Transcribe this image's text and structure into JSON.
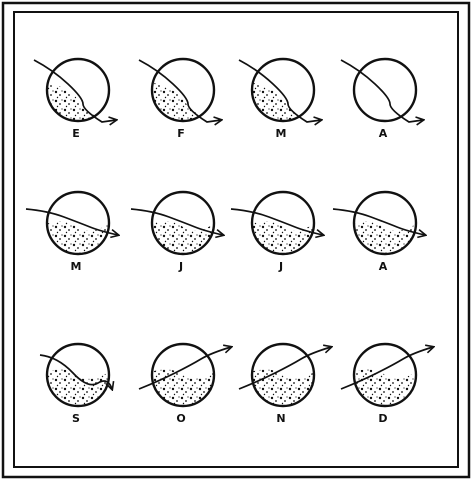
{
  "colors": {
    "ink": "#111111",
    "paper": "#ffffff"
  },
  "panels": [
    {
      "label": "E",
      "row": 0,
      "col": 0,
      "shadow": "upper-left-to-lower-right"
    },
    {
      "label": "F",
      "row": 0,
      "col": 1,
      "shadow": "upper-left-to-lower-right"
    },
    {
      "label": "M",
      "row": 0,
      "col": 2,
      "shadow": "upper-left-to-lower-right"
    },
    {
      "label": "A",
      "row": 0,
      "col": 3,
      "shadow": "none"
    },
    {
      "label": "M",
      "row": 1,
      "col": 0,
      "shadow": "lower-half"
    },
    {
      "label": "J",
      "row": 1,
      "col": 1,
      "shadow": "lower-half"
    },
    {
      "label": "J",
      "row": 1,
      "col": 2,
      "shadow": "lower-half"
    },
    {
      "label": "A",
      "row": 1,
      "col": 3,
      "shadow": "lower-half"
    },
    {
      "label": "S",
      "row": 2,
      "col": 0,
      "shadow": "lower-half"
    },
    {
      "label": "O",
      "row": 2,
      "col": 1,
      "shadow": "lower-half"
    },
    {
      "label": "N",
      "row": 2,
      "col": 2,
      "shadow": "lower-half"
    },
    {
      "label": "D",
      "row": 2,
      "col": 3,
      "shadow": "lower-half"
    }
  ]
}
